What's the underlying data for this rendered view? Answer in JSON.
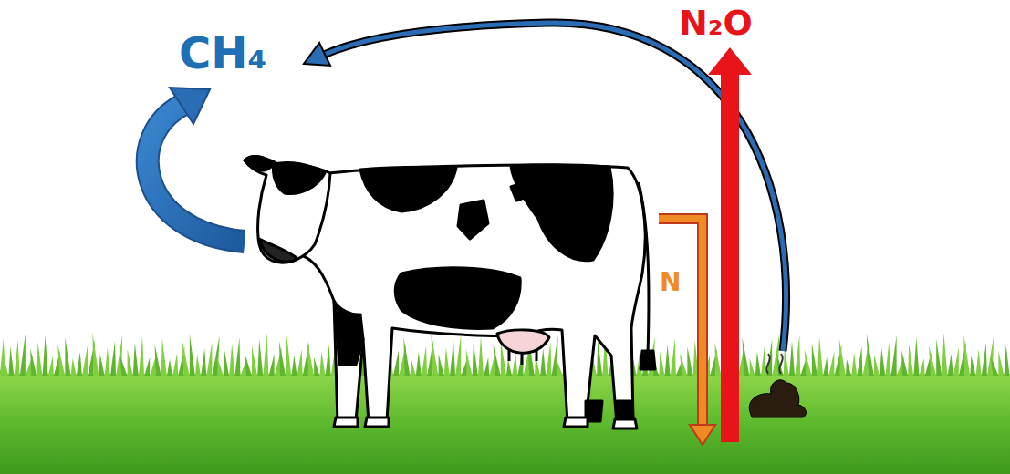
{
  "diagram": {
    "labels": [
      "CH₄",
      "N₂O",
      "N"
    ]
  }
}
